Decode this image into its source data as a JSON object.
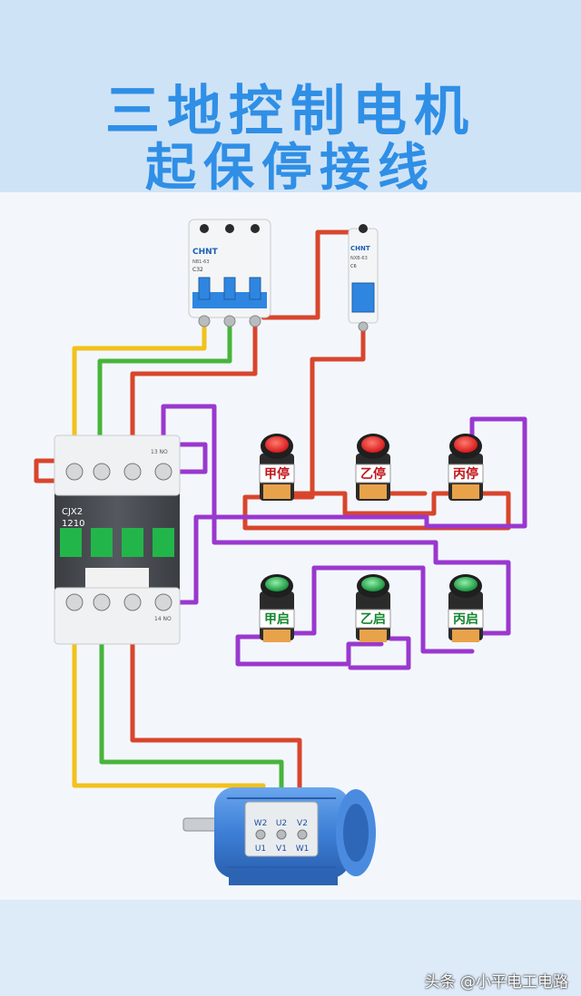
{
  "title": {
    "line1": "三地控制电机",
    "line2": "起保停接线"
  },
  "breaker_main": {
    "brand": "CHNT",
    "model": "NB1-63",
    "rating": "C32"
  },
  "breaker_control": {
    "brand": "CHNT",
    "model": "NXB-63",
    "rating": "C6"
  },
  "contactor": {
    "model_line1": "CJX2",
    "model_line2": "1210",
    "terminal_top_right": "13 NO",
    "terminal_bottom_right": "14 NO"
  },
  "buttons": {
    "stop": [
      "甲停",
      "乙停",
      "丙停"
    ],
    "start": [
      "甲启",
      "乙启",
      "丙启"
    ]
  },
  "motor": {
    "terminals_top": [
      "W2",
      "U2",
      "V2"
    ],
    "terminals_bottom": [
      "U1",
      "V1",
      "W1"
    ]
  },
  "watermark": "头条 @小平电工电路",
  "colors": {
    "title": "#2f8fe6",
    "wire_yellow": "#f2c21b",
    "wire_green": "#47b53a",
    "wire_red": "#d9452c",
    "wire_purple": "#9a38cf",
    "stop_button": "#e02424",
    "start_button": "#22a64a",
    "motor": "#3d7fd6"
  }
}
